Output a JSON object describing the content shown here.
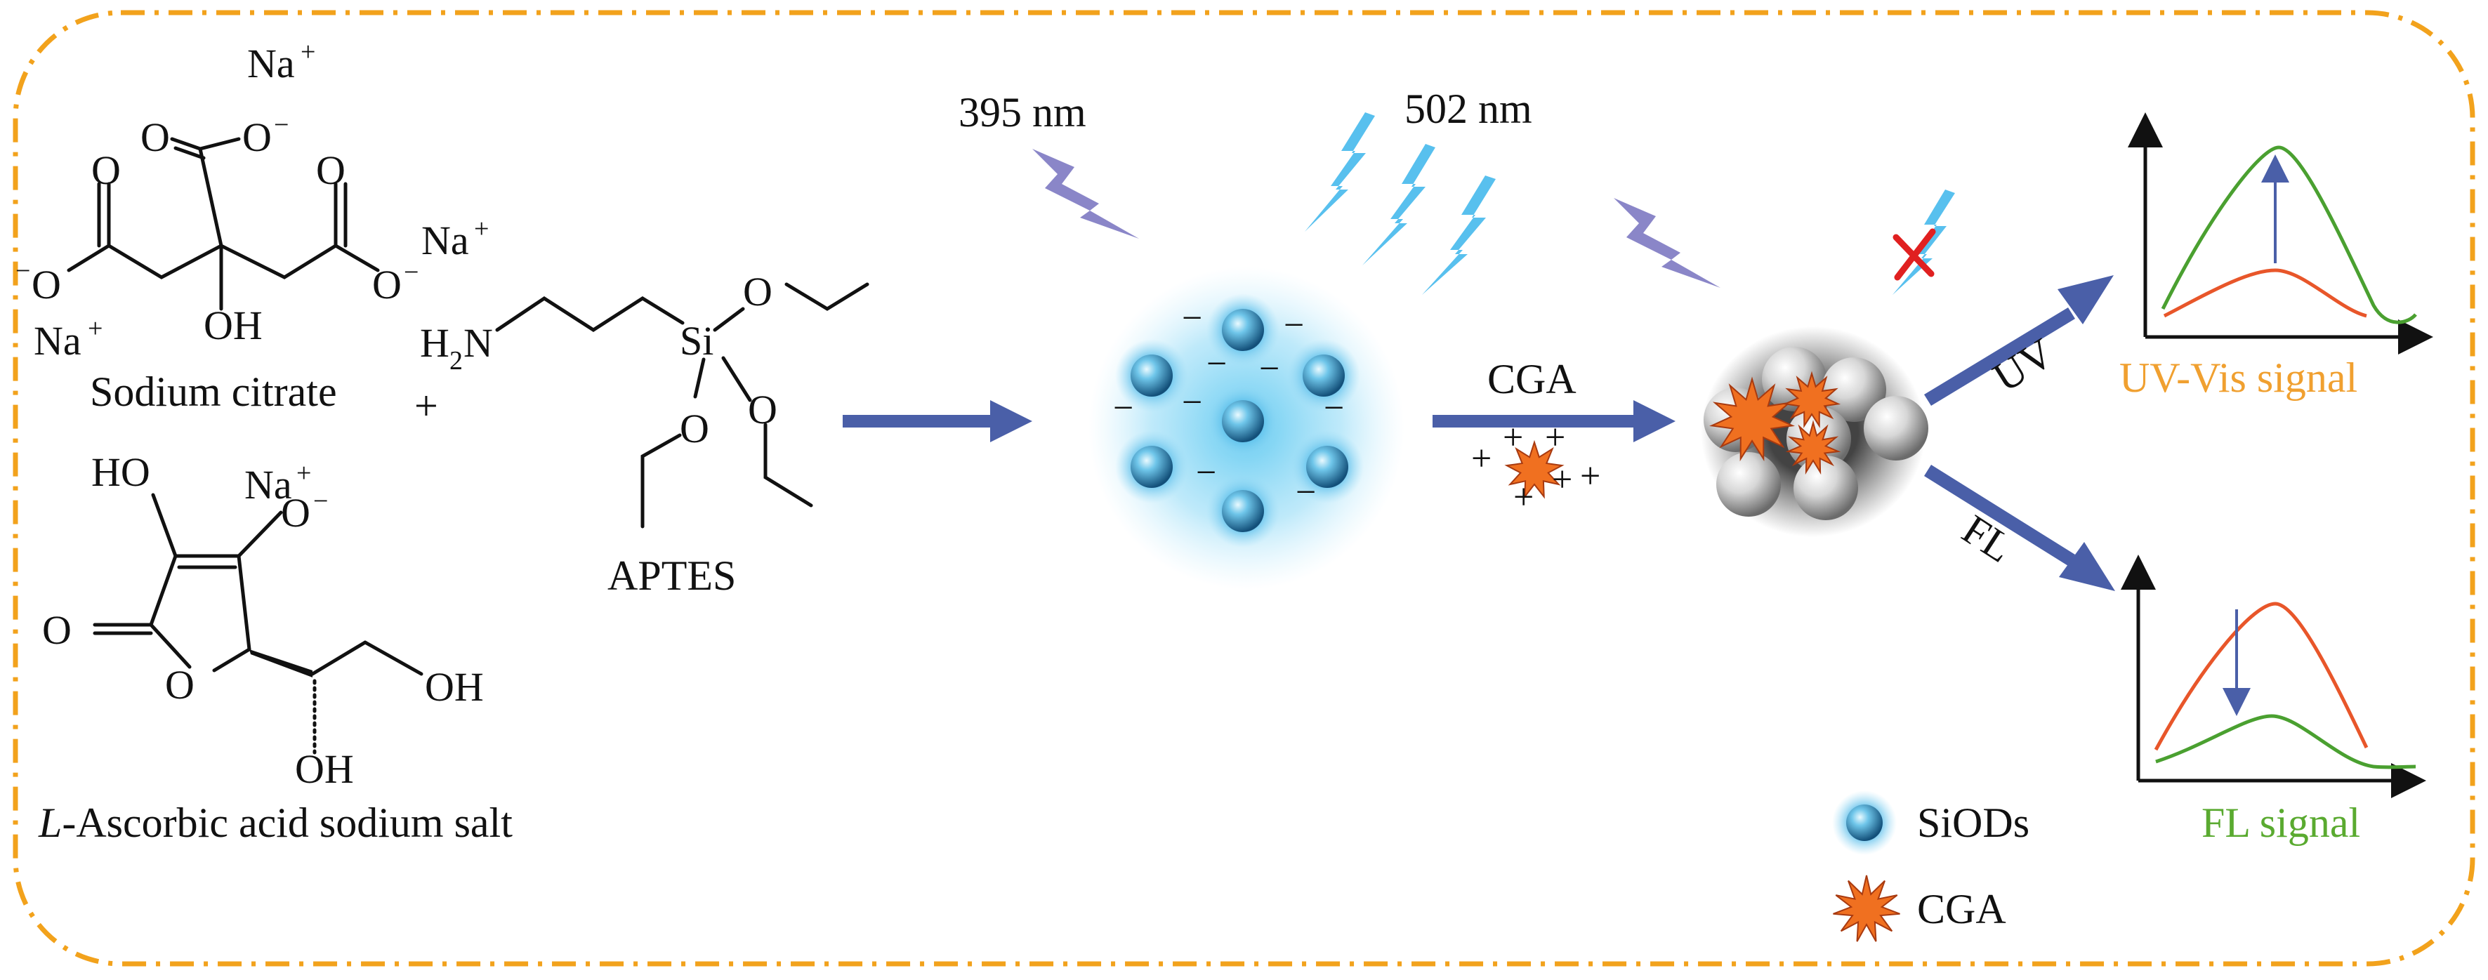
{
  "colors": {
    "frame": "#f2a21c",
    "arrow": "#4a5fa8",
    "uv_signal": "#f0a030",
    "fl_signal": "#5aaa30",
    "green_curve": "#4aa030",
    "orange_curve": "#e8562a",
    "cga_star": "#f07020",
    "siods_glow": "#5cc8f0",
    "violet_bolt": "#8a86c8",
    "blue_bolt": "#58c0ee",
    "cross": "#e02020"
  },
  "reagents": {
    "citrate": {
      "na1": "Na",
      "na2": "Na",
      "na3": "Na",
      "plus": "+",
      "o_minus_1": "O",
      "o_minus_2": "O",
      "o_minus_3": "O",
      "minus": "−",
      "o_carbonyl_1": "O",
      "o_carbonyl_2": "O",
      "o_carbonyl_3": "O",
      "oh": "OH",
      "name": "Sodium citrate"
    },
    "aptes": {
      "h": "H",
      "sub2": "2",
      "n": "N",
      "si": "Si",
      "o1": "O",
      "o2": "O",
      "o3": "O",
      "name": "APTES"
    },
    "plus_sign": "+",
    "ascorbate": {
      "ho": "HO",
      "o_minus": "O",
      "minus": "−",
      "na": "Na",
      "plus": "+",
      "o_carbonyl": "O",
      "o_ring": "O",
      "oh_1": "OH",
      "oh_2": "OH",
      "name_italic": "L",
      "name_rest": "-Ascorbic acid sodium salt"
    }
  },
  "light": {
    "ex_label": "395 nm",
    "em_label": "502 nm"
  },
  "process": {
    "siods_charge": "−",
    "cga_label": "CGA",
    "cga_charge": "+"
  },
  "outputs": {
    "uv_arrow_label": "UV",
    "fl_arrow_label": "FL",
    "uv_title": "UV-Vis signal",
    "fl_title": "FL signal"
  },
  "legend": {
    "siods": "SiODs",
    "cga": "CGA"
  }
}
